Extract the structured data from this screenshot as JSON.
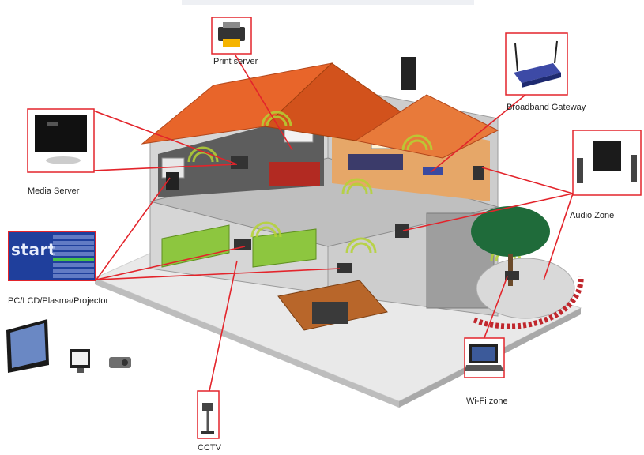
{
  "labels": {
    "print_server": "Print server",
    "broadband_gateway": "Broadband Gateway",
    "media_server": "Media Server",
    "audio_zone": "Audio Zone",
    "pc_display": "PC/LCD/Plasma/Projector",
    "wifi_zone": "Wi-Fi zone",
    "cctv": "CCTV"
  },
  "colors": {
    "callout": "#e3242b",
    "roof": "#e8652a",
    "wall": "#d9d9d9",
    "lawn": "#8dc63f",
    "wifi_wave": "#b5d334"
  },
  "icons": [
    "printer-icon",
    "router-icon",
    "media-server-icon",
    "speakers-icon",
    "start-screen-icon",
    "laptop-icon",
    "cctv-camera-icon",
    "tv-icon",
    "monitor-icon",
    "projector-icon",
    "house-icon",
    "tree-icon"
  ]
}
